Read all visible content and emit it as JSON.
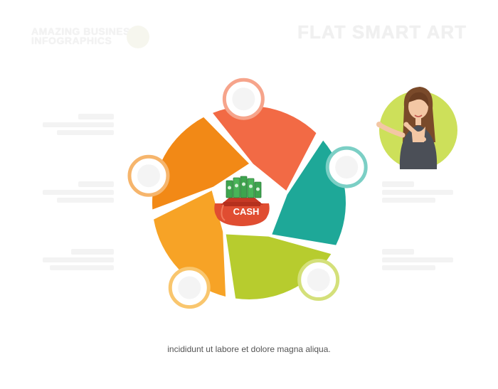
{
  "header": {
    "logo_text": "AMAZING BUSINESS\nINFOGRAPHICS",
    "title": "FLAT SMART ART"
  },
  "center": {
    "bag_label": "CASH",
    "bag_icon": "money-bag-icon"
  },
  "segments": [
    {
      "name": "top-segment",
      "color": "#f26a45",
      "ring_color": "#f6a48b",
      "icon": "building-icon"
    },
    {
      "name": "right-segment",
      "color": "#1ea898",
      "ring_color": "#7bcfc5",
      "icon": "house-icon"
    },
    {
      "name": "lower-right-segment",
      "color": "#b7cc2e",
      "ring_color": "#d4e07a",
      "icon": "clock-icon"
    },
    {
      "name": "bottom-segment",
      "color": "#f7a326",
      "ring_color": "#f9c66e",
      "icon": "clock-icon"
    },
    {
      "name": "left-segment",
      "color": "#f28916",
      "ring_color": "#f6b56c",
      "icon": "wallet-icon"
    }
  ],
  "avatar": {
    "bg_color": "#cde05a",
    "icon": "woman-pointing-icon"
  },
  "footer": {
    "line1": "",
    "line2": "incididunt ut labore et dolore magna aliqua."
  }
}
